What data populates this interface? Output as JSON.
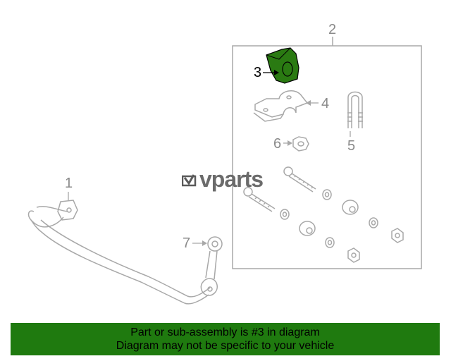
{
  "callouts": {
    "c1": "1",
    "c2": "2",
    "c3": "3",
    "c4": "4",
    "c5": "5",
    "c6": "6",
    "c7": "7"
  },
  "logo": {
    "text": "vparts",
    "mark": "v-logo-icon"
  },
  "banner": {
    "line1": "Part or sub-assembly is #3 in diagram",
    "line2": "Diagram may not be specific to your vehicle"
  },
  "colors": {
    "highlight": "#2a7a12",
    "banner": "#1f7a0f",
    "line": "#a8a8a8"
  }
}
